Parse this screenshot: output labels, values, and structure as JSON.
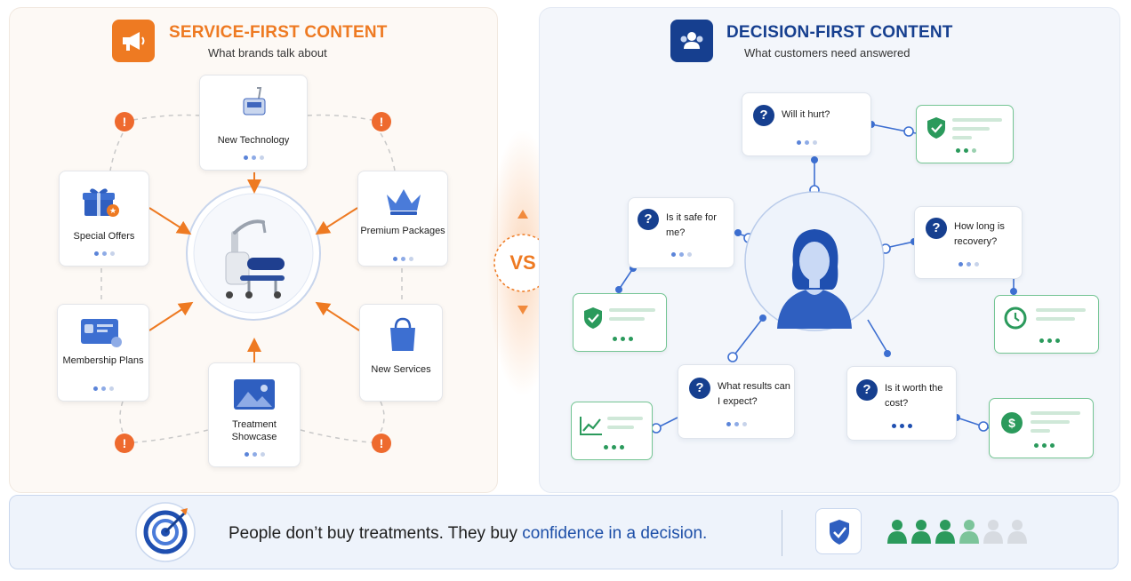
{
  "left": {
    "title": "SERVICE-FIRST CONTENT",
    "subtitle": "What brands talk about",
    "icon": "megaphone-icon",
    "cards": {
      "new_technology": "New Technology",
      "special_offers": "Special Offers",
      "premium_packages": "Premium Packages",
      "membership_plans": "Membership Plans",
      "new_services": "New Services",
      "treatment_showcase": "Treatment Showcase"
    },
    "warning_mark": "!"
  },
  "vs": "VS",
  "right": {
    "title": "DECISION-FIRST CONTENT",
    "subtitle": "What customers need answered",
    "icon": "people-icon",
    "question_mark": "?",
    "questions": {
      "q1": "Will it hurt?",
      "q2": "Is it safe for me?",
      "q3": "How long is recovery?",
      "q4": "What results can I expect?",
      "q5": "Is it worth the cost?"
    },
    "answer_icons": [
      "shield-check-icon",
      "shield-check-icon",
      "clock-icon",
      "growth-chart-icon",
      "dollar-icon"
    ]
  },
  "bottom": {
    "text_plain": "People don’t buy treatments. They buy ",
    "text_highlight": "confidence in a decision.",
    "icon": "target-icon",
    "badge_icon": "shield-check-icon",
    "people_rating": {
      "filled": 4,
      "total": 6
    }
  },
  "colors": {
    "orange": "#ee7a22",
    "navy": "#163f8f",
    "blue": "#3d6fd1",
    "green": "#2b9a5c",
    "highlight": "#1d4fa8"
  }
}
